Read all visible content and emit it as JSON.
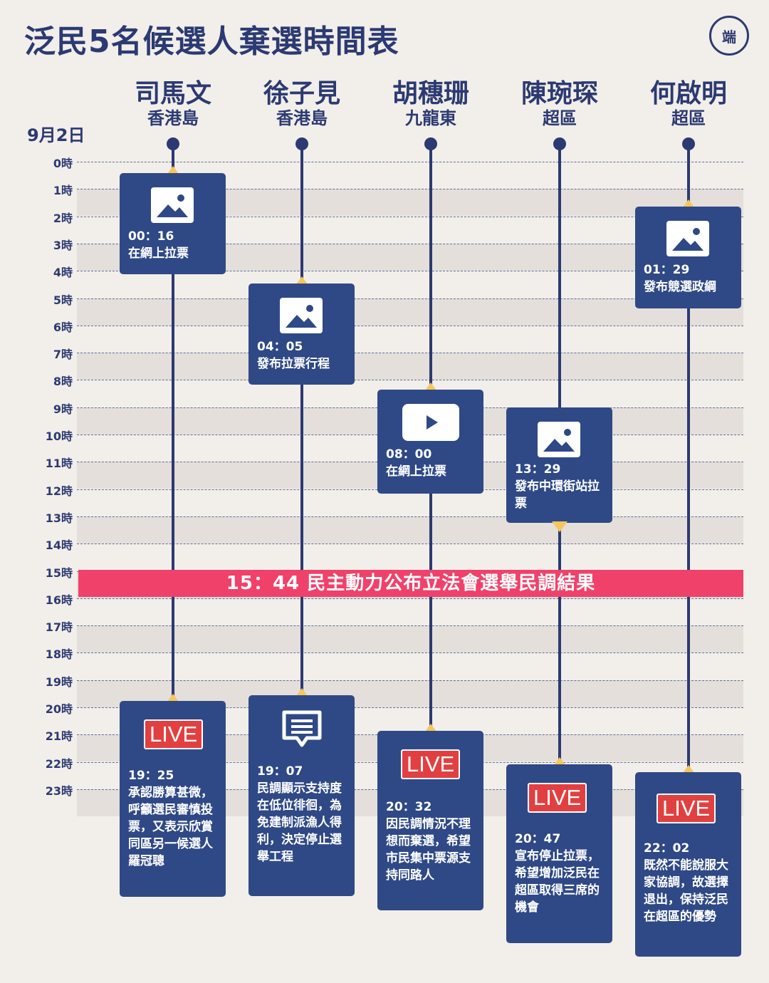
{
  "title": "泛民5名候選人棄選時間表",
  "logo": "端",
  "date": "9月2日",
  "hours": [
    "0時",
    "1時",
    "2時",
    "3時",
    "4時",
    "5時",
    "6時",
    "7時",
    "8時",
    "9時",
    "10時",
    "11時",
    "12時",
    "13時",
    "14時",
    "15時",
    "16時",
    "17時",
    "18時",
    "19時",
    "20時",
    "21時",
    "22時",
    "23時"
  ],
  "candidates": [
    {
      "name": "司馬文",
      "district": "香港島"
    },
    {
      "name": "徐子見",
      "district": "香港島"
    },
    {
      "name": "胡穗珊",
      "district": "九龍東"
    },
    {
      "name": "陳琬琛",
      "district": "超區"
    },
    {
      "name": "何啟明",
      "district": "超區"
    }
  ],
  "banner": "15：44  民主動力公布立法會選舉民調結果",
  "events": {
    "c1_first": {
      "icon": "image-icon",
      "time": "00：16",
      "desc": "在網上拉票"
    },
    "c2_first": {
      "icon": "image-icon",
      "time": "04：05",
      "desc": "發布拉票行程"
    },
    "c3_first": {
      "icon": "video-play-icon",
      "time": "08：00",
      "desc": "在網上拉票"
    },
    "c4_first": {
      "icon": "image-icon",
      "time": "13：29",
      "desc": "發布中環街站拉票"
    },
    "c5_first": {
      "icon": "image-icon",
      "time": "01：29",
      "desc": "發布競選政綱"
    },
    "c1_second": {
      "icon": "live-badge",
      "badge": "LIVE",
      "time": "19：25",
      "desc": "承認勝算甚微，呼籲選民審慎投票，又表示欣賞同區另一候選人羅冠聰"
    },
    "c2_second": {
      "icon": "message-icon",
      "time": "19：07",
      "desc": "民調顯示支持度在低位徘徊，為免建制派漁人得利，決定停止選舉工程"
    },
    "c3_second": {
      "icon": "live-badge",
      "badge": "LIVE",
      "time": "20：32",
      "desc": "因民調情況不理想而棄選，希望市民集中票源支持同路人"
    },
    "c4_second": {
      "icon": "live-badge",
      "badge": "LIVE",
      "time": "20：47",
      "desc": "宣布停止拉票，希望增加泛民在超區取得三席的機會"
    },
    "c5_second": {
      "icon": "live-badge",
      "badge": "LIVE",
      "time": "22：02",
      "desc": "既然不能說服大家協調，故選擇退出，保持泛民在超區的優勢"
    }
  },
  "colors": {
    "background": "#f2eee9",
    "navy": "#2b3a72",
    "card": "#2f4986",
    "banner": "#f0416a",
    "marker": "#f6c65d",
    "live": "#e24040"
  }
}
